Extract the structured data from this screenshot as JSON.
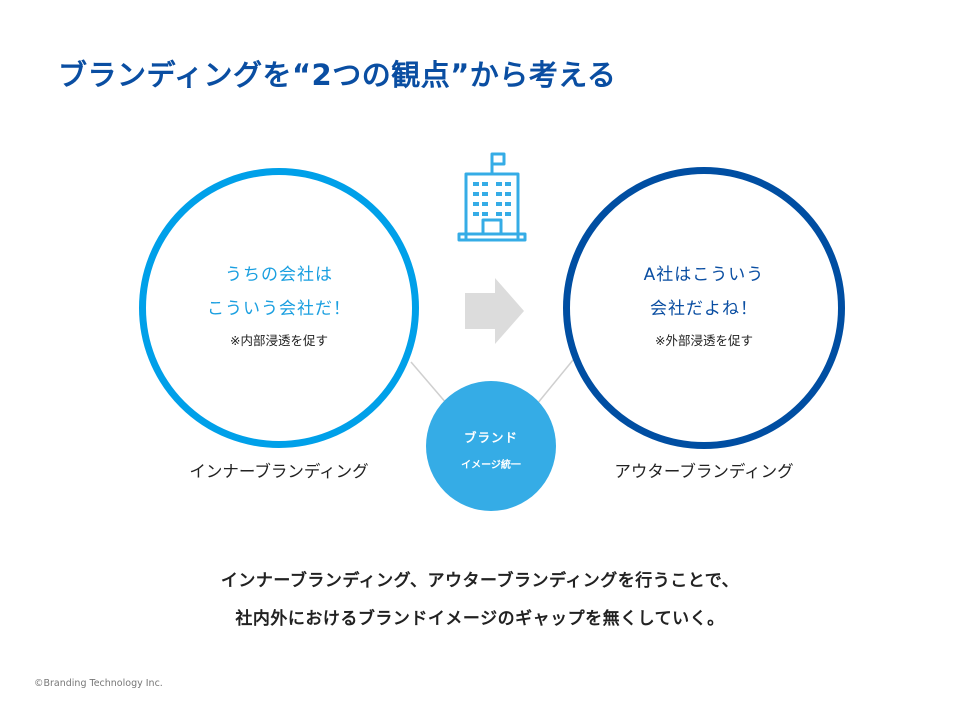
{
  "title": "ブランディングを“2つの観点”から考える",
  "inner": {
    "message_line1": "うちの会社は",
    "message_line2": "こういう会社だ！",
    "note": "※内部浸透を促す",
    "caption": "インナーブランディング"
  },
  "outer": {
    "message_line1": "A社はこういう",
    "message_line2": "会社だよね！",
    "note": "※外部浸透を促す",
    "caption": "アウターブランディング"
  },
  "brand": {
    "title": "ブランド",
    "subtitle": "イメージ統一"
  },
  "summary": {
    "line1": "インナーブランディング、アウターブランディングを行うことで、",
    "line2": "社内外におけるブランドイメージのギャップを無くしていく。"
  },
  "copyright": "©Branding Technology Inc.",
  "icons": {
    "company": "building-icon",
    "flow": "right-arrow-icon"
  },
  "colors": {
    "title": "#0a4ea2",
    "inner_circle": "#00a0e9",
    "outer_circle": "#004ea2",
    "brand_circle": "#35ace6",
    "arrow": "#dcdcdc"
  }
}
